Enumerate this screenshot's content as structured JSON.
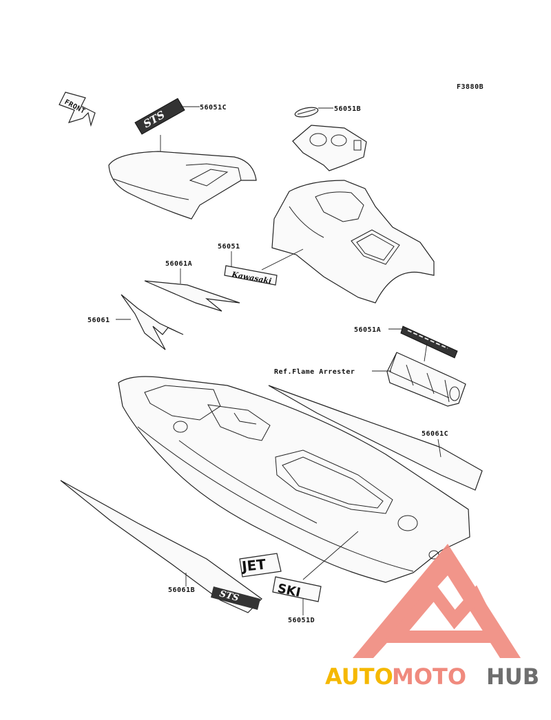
{
  "figure_code": "F3880B",
  "front_label": "FRONT",
  "decal_text": {
    "kawasaki": "Kawasaki",
    "sts": "STS",
    "jet": "JET",
    "ski": "SKI"
  },
  "parts": {
    "p56051C": "56051C",
    "p56051B": "56051B",
    "p56051": "56051",
    "p56061A": "56061A",
    "p56061": "56061",
    "p56051A": "56051A",
    "ref_flame": "Ref.Flame Arrester",
    "p56061C": "56061C",
    "p56061B": "56061B",
    "p56051D": "56051D"
  },
  "watermark": {
    "auto": "AUTO",
    "moto": "MOTO",
    "hub": "HUB",
    "colors": {
      "auto": "#f5b800",
      "moto": "#f08a7e",
      "hub": "#6e6e6e",
      "logo": "#f08a7e"
    }
  }
}
